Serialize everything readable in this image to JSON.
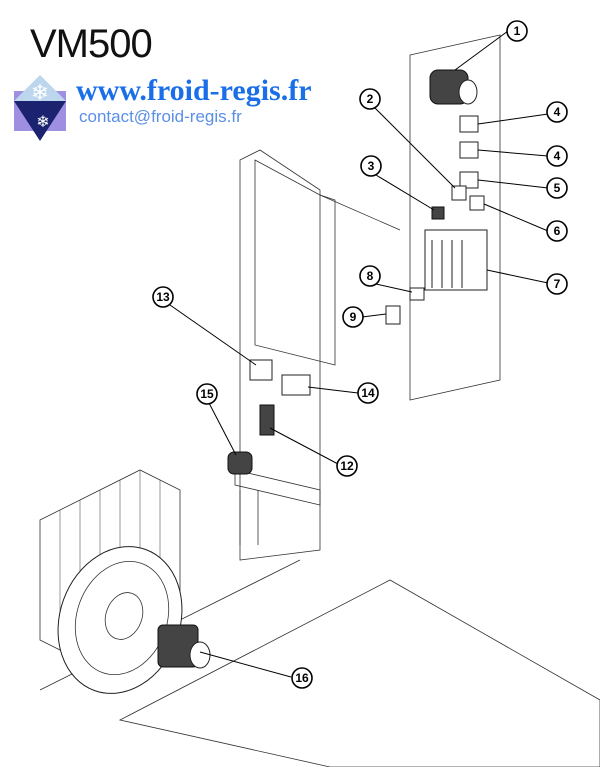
{
  "title": "VM500",
  "brand": {
    "website": "www.froid-regis.fr",
    "email": "contact@froid-regis.fr"
  },
  "callouts": [
    "1",
    "2",
    "3",
    "4",
    "4",
    "5",
    "6",
    "7",
    "8",
    "9",
    "13",
    "14",
    "15",
    "12",
    "16"
  ]
}
